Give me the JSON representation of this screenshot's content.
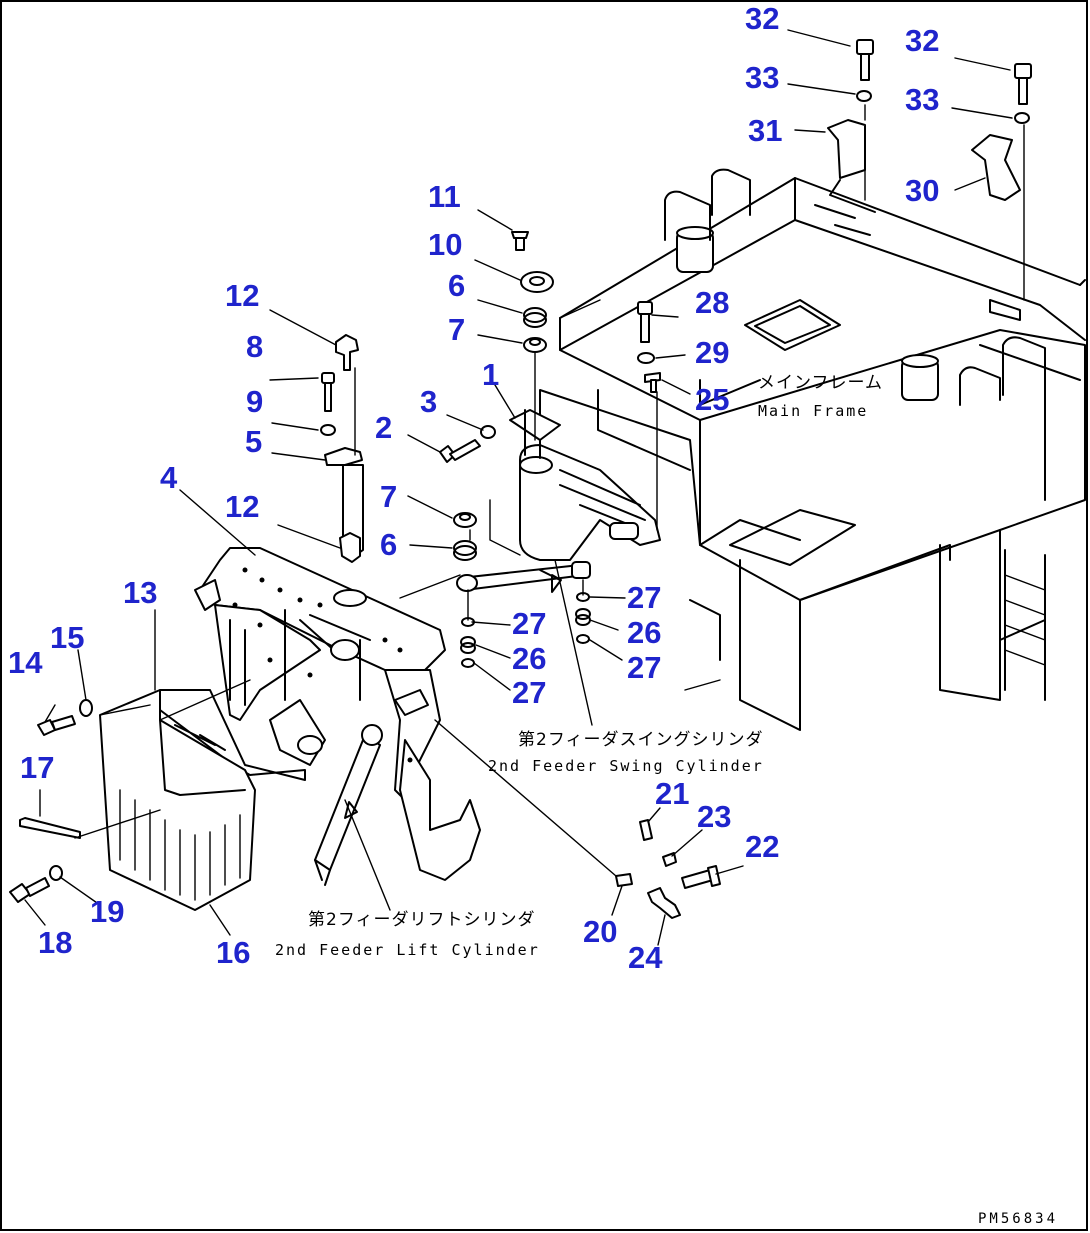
{
  "callouts": [
    "1",
    "2",
    "3",
    "4",
    "5",
    "6",
    "6",
    "7",
    "7",
    "8",
    "9",
    "10",
    "11",
    "12",
    "12",
    "13",
    "14",
    "15",
    "16",
    "17",
    "18",
    "19",
    "20",
    "21",
    "22",
    "23",
    "24",
    "25",
    "26",
    "26",
    "27",
    "27",
    "27",
    "27",
    "27",
    "28",
    "29",
    "30",
    "31",
    "32",
    "32",
    "33",
    "33"
  ],
  "labels": {
    "main_frame_jp": "メインフレーム",
    "main_frame_en": "Main Frame",
    "swing_cyl_jp": "第2フィーダスイングシリンダ",
    "swing_cyl_en": "2nd Feeder Swing Cylinder",
    "lift_cyl_jp": "第2フィーダリフトシリンダ",
    "lift_cyl_en": "2nd Feeder Lift Cylinder"
  },
  "drawing_code": "PM56834",
  "colors": {
    "callout": "#1f24cc",
    "line": "#000000",
    "background": "#ffffff"
  }
}
